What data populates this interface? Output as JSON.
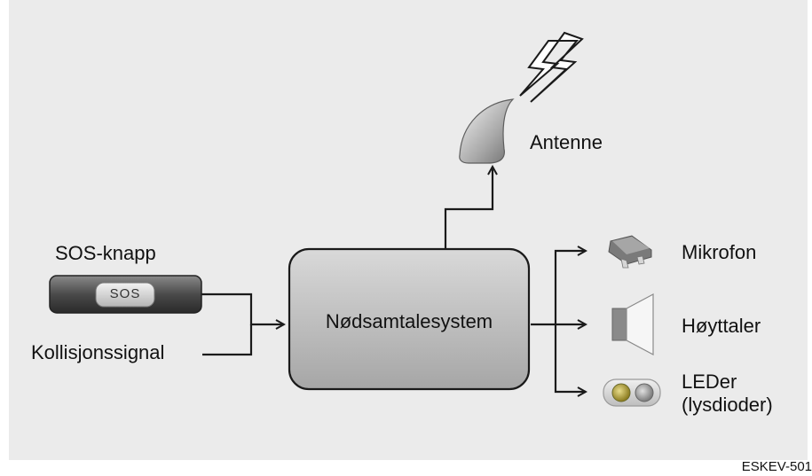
{
  "core": {
    "label": "Nødsamtalesystem"
  },
  "inputs": {
    "sos": {
      "title": "SOS-knapp",
      "button_text": "SOS"
    },
    "collision": {
      "label": "Kollisjonssignal"
    }
  },
  "outputs": {
    "antenna": {
      "label": "Antenne",
      "icon": "antenna-icon"
    },
    "microphone": {
      "label": "Mikrofon",
      "icon": "microphone-icon"
    },
    "speaker": {
      "label": "Høyttaler",
      "icon": "speaker-icon"
    },
    "led": {
      "label_line1": "LEDer",
      "label_line2": "(lysdioder)",
      "icon": "led-icon"
    }
  },
  "figure_code": "ESKEV-501",
  "colors": {
    "panel": "#ebebeb",
    "line": "#1a1a1a",
    "core_fill": "#c8c8c8"
  }
}
